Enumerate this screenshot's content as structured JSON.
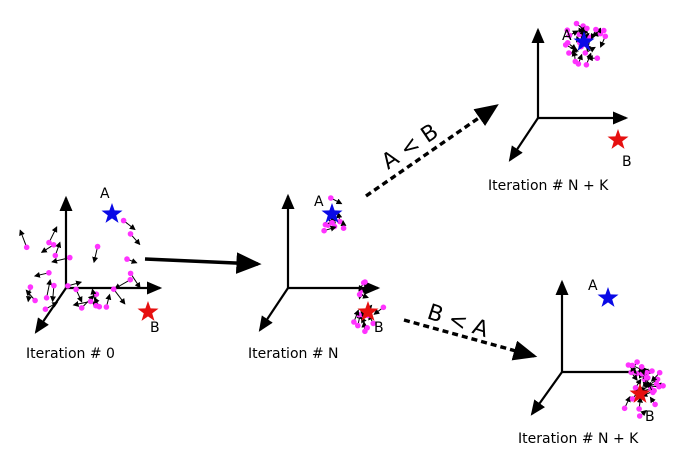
{
  "panels": [
    {
      "id": "p0",
      "caption": "Iteration # 0",
      "label_a": "A",
      "label_b": "B"
    },
    {
      "id": "pN",
      "caption": "Iteration # N",
      "label_a": "A",
      "label_b": "B"
    },
    {
      "id": "pNK1",
      "caption": "Iteration # N + K",
      "label_a": "A",
      "label_b": "B"
    },
    {
      "id": "pNK2",
      "caption": "Iteration # N + K",
      "label_a": "A",
      "label_b": "B"
    }
  ],
  "transitions": {
    "upper_condition": "A < B",
    "lower_condition": "B < A"
  },
  "colors": {
    "particle": "#ff33ff",
    "star_a": "#0a0ae6",
    "star_b": "#e61010",
    "arrow": "#000000"
  }
}
